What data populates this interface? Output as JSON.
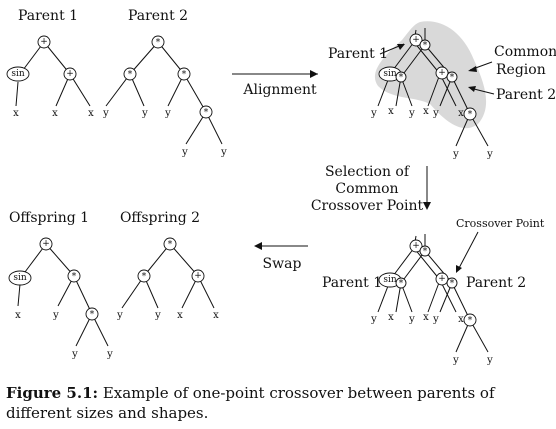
{
  "titles": {
    "parent1": "Parent 1",
    "parent2": "Parent 2",
    "offspring1": "Offspring 1",
    "offspring2": "Offspring 2"
  },
  "operations": {
    "alignment": "Alignment",
    "selection_line1": "Selection of",
    "selection_line2": "Common",
    "selection_line3": "Crossover Point",
    "swap": "Swap"
  },
  "annotations": {
    "parent1": "Parent 1",
    "parent2": "Parent 2",
    "common_line1": "Common",
    "common_line2": "Region",
    "crossover_point": "Crossover Point",
    "parent1_bottom": "Parent 1",
    "parent2_bottom": "Parent 2"
  },
  "symbols": {
    "plus": "+",
    "times": "*",
    "sin": "sin",
    "x": "x",
    "y": "y"
  },
  "caption": {
    "label": "Figure 5.1:",
    "text": "Example of one-point crossover between parents of different sizes and shapes."
  }
}
